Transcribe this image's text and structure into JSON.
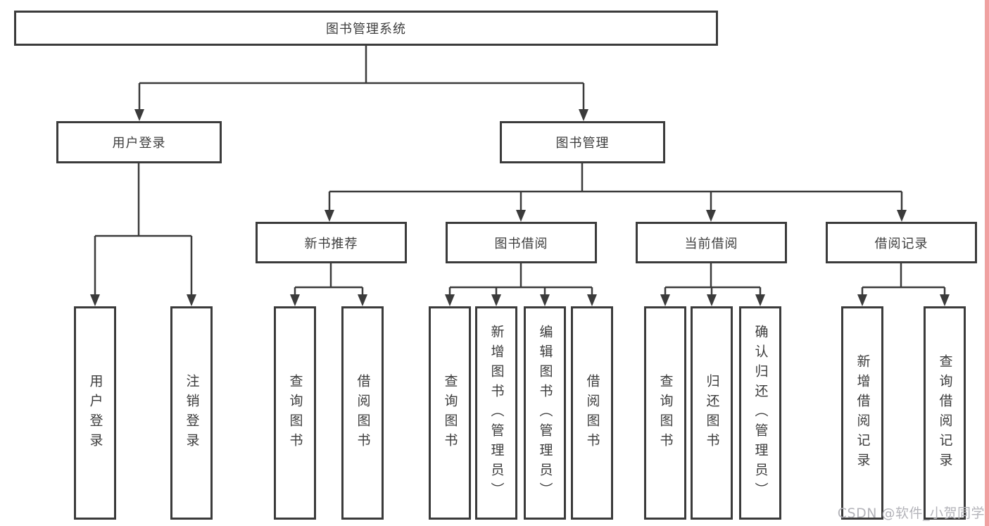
{
  "tree": {
    "label": "图书管理系统",
    "children": [
      {
        "label": "用户登录",
        "children": [
          {
            "label": "用户登录"
          },
          {
            "label": "注销登录"
          }
        ]
      },
      {
        "label": "图书管理",
        "children": [
          {
            "label": "新书推荐",
            "children": [
              {
                "label": "查询图书"
              },
              {
                "label": "借阅图书"
              }
            ]
          },
          {
            "label": "图书借阅",
            "children": [
              {
                "label": "查询图书"
              },
              {
                "label": "新增图书（管理员）"
              },
              {
                "label": "编辑图书（管理员）"
              },
              {
                "label": "借阅图书"
              }
            ]
          },
          {
            "label": "当前借阅",
            "children": [
              {
                "label": "查询图书"
              },
              {
                "label": "归还图书"
              },
              {
                "label": "确认归还（管理员）"
              }
            ]
          },
          {
            "label": "借阅记录",
            "children": [
              {
                "label": "新增借阅记录"
              },
              {
                "label": "查询借阅记录"
              }
            ]
          }
        ]
      }
    ]
  },
  "watermark": {
    "text": "CSDN @软件_小贺同学"
  },
  "colors": {
    "line": "#3b3b3b",
    "box_border": "#3b3b3b",
    "text": "#3d3d3d",
    "watermark": "#b4b4ba",
    "accent_strip": "#f0a1a1",
    "background": "#ffffff"
  }
}
